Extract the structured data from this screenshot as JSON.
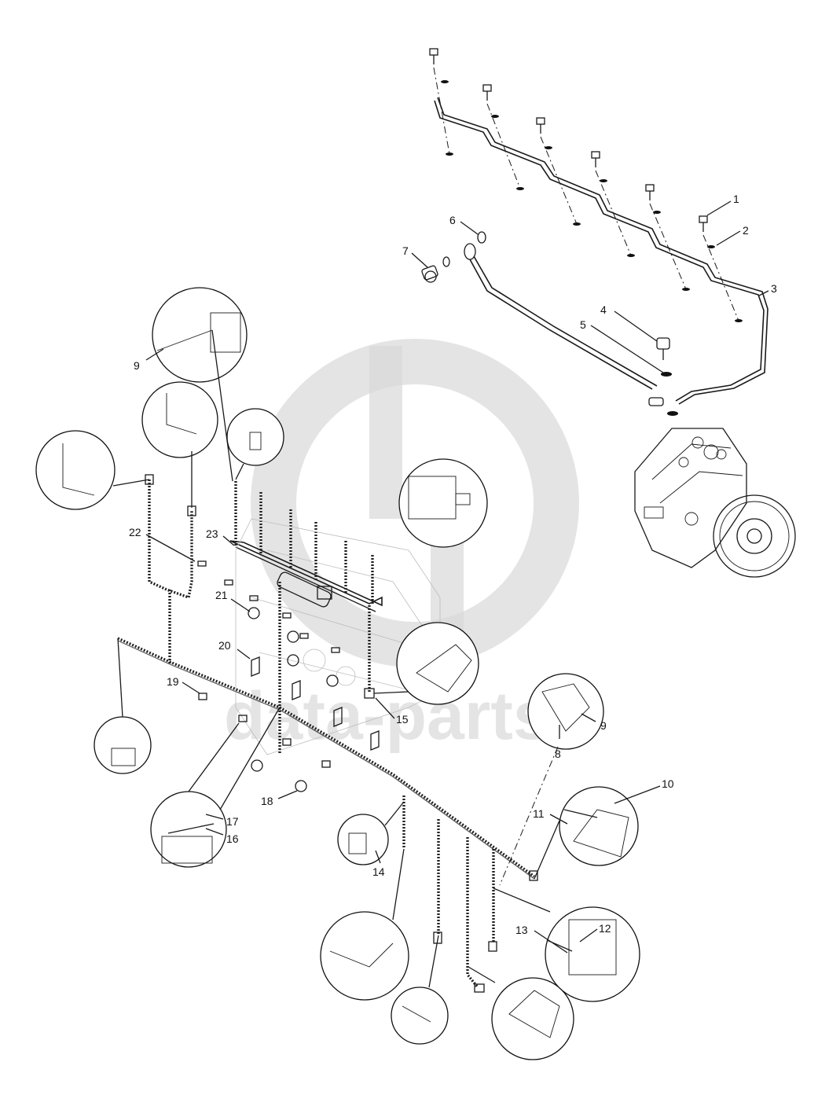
{
  "watermark": {
    "text": "data-parts",
    "color": "#cfcfcf"
  },
  "callouts": [
    {
      "id": "c1",
      "label": "1"
    },
    {
      "id": "c2",
      "label": "2"
    },
    {
      "id": "c3",
      "label": "3"
    },
    {
      "id": "c4",
      "label": "4"
    },
    {
      "id": "c5",
      "label": "5"
    },
    {
      "id": "c6",
      "label": "6"
    },
    {
      "id": "c7",
      "label": "7"
    },
    {
      "id": "c8",
      "label": "8"
    },
    {
      "id": "c9a",
      "label": "9"
    },
    {
      "id": "c9b",
      "label": "9"
    },
    {
      "id": "c10",
      "label": "10"
    },
    {
      "id": "c11",
      "label": "11"
    },
    {
      "id": "c12",
      "label": "12"
    },
    {
      "id": "c13",
      "label": "13"
    },
    {
      "id": "c14",
      "label": "14"
    },
    {
      "id": "c15",
      "label": "15"
    },
    {
      "id": "c16",
      "label": "16"
    },
    {
      "id": "c17",
      "label": "17"
    },
    {
      "id": "c18",
      "label": "18"
    },
    {
      "id": "c19",
      "label": "19"
    },
    {
      "id": "c20",
      "label": "20"
    },
    {
      "id": "c21",
      "label": "21"
    },
    {
      "id": "c22",
      "label": "22"
    },
    {
      "id": "c23",
      "label": "23"
    }
  ]
}
